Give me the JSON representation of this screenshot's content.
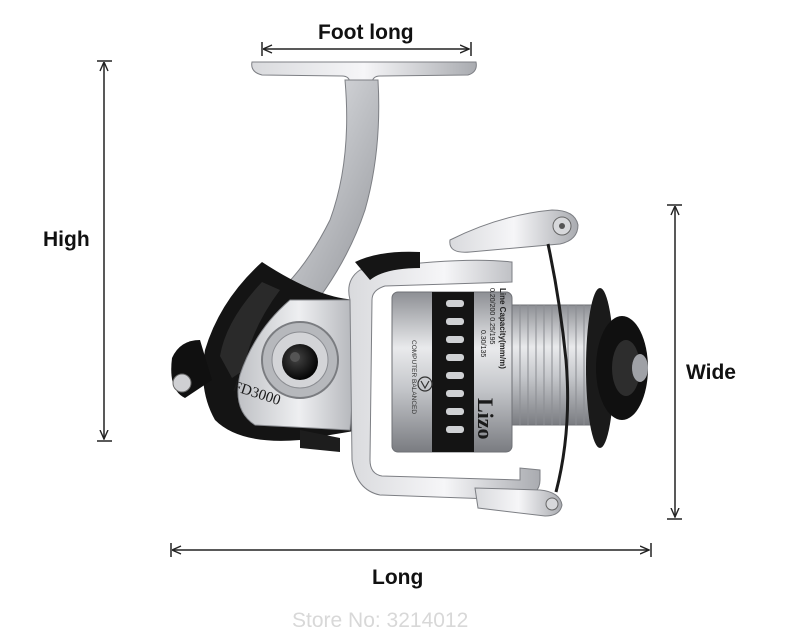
{
  "dimensions": {
    "foot_long": "Foot long",
    "high": "High",
    "wide": "Wide",
    "long": "Long"
  },
  "reel": {
    "model": "FD3000",
    "brand_mark": "Lizo",
    "badge_text": "COMPUTER BALANCED",
    "spool_title": "Line Capacity(mm/m)",
    "spool_line_1": "0.20/200  0.25/195",
    "spool_line_2": "0.30/135"
  },
  "watermark": {
    "store": "Store No: 3214012"
  },
  "colors": {
    "background": "#ffffff",
    "reel_silver": "#c8c9cc",
    "reel_black": "#151515",
    "dimension_lines": "#222222",
    "watermark": "#d8d8d8"
  }
}
